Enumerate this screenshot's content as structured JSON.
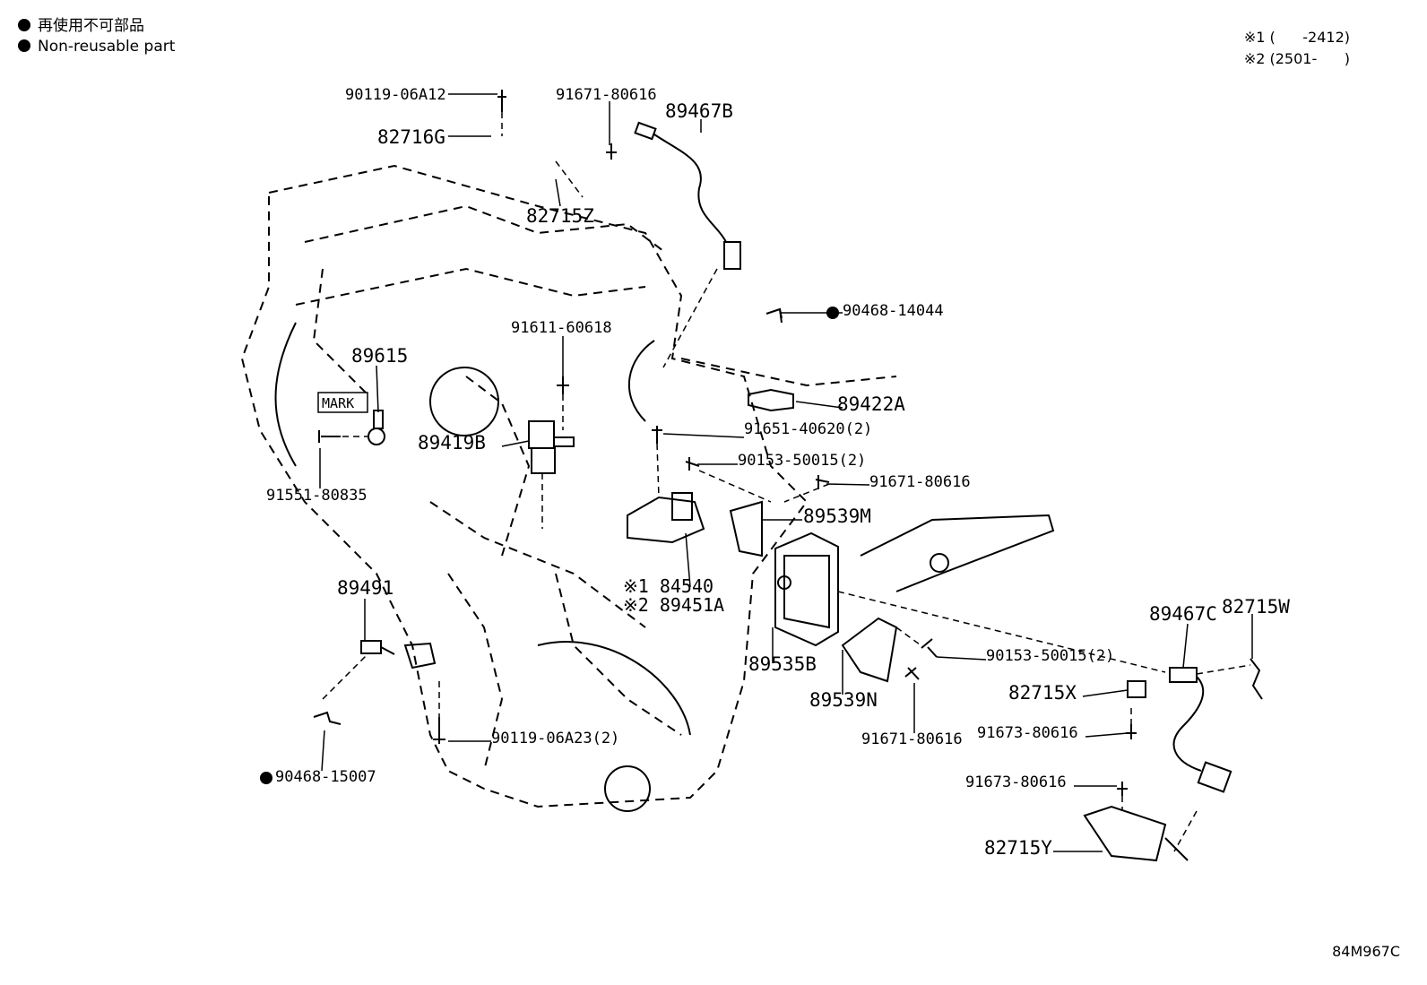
{
  "legend": {
    "japanese": "再使用不可部品",
    "english": "Non-reusable part"
  },
  "notes": {
    "note1": "※1 (      -2412)",
    "note2": "※2 (2501-      )"
  },
  "figure_id": "84M967C",
  "mark_label": "MARK",
  "parts": {
    "p_90119_06A12": "90119-06A12",
    "p_91671_80616_top": "91671-80616",
    "p_89467B": "89467B",
    "p_82716G": "82716G",
    "p_82715Z": "82715Z",
    "p_90468_14044": "90468-14044",
    "p_91611_60618": "91611-60618",
    "p_89615": "89615",
    "p_89422A": "89422A",
    "p_91651_40620": "91651-40620(2)",
    "p_89419B": "89419B",
    "p_90153_50015_upper": "90153-50015(2)",
    "p_91671_80616_mid": "91671-80616",
    "p_91551_80835": "91551-80835",
    "p_89539M": "89539M",
    "p_84540": "※1 84540",
    "p_89451A": "※2 89451A",
    "p_89491": "89491",
    "p_89467C": "89467C",
    "p_82715W": "82715W",
    "p_89535B": "89535B",
    "p_90153_50015_lower": "90153-50015(2)",
    "p_82715X": "82715X",
    "p_89539N": "89539N",
    "p_91673_80616_a": "91673-80616",
    "p_90119_06A23": "90119-06A23(2)",
    "p_91671_80616_low": "91671-80616",
    "p_90468_15007": "90468-15007",
    "p_91673_80616_b": "91673-80616",
    "p_82715Y": "82715Y"
  }
}
